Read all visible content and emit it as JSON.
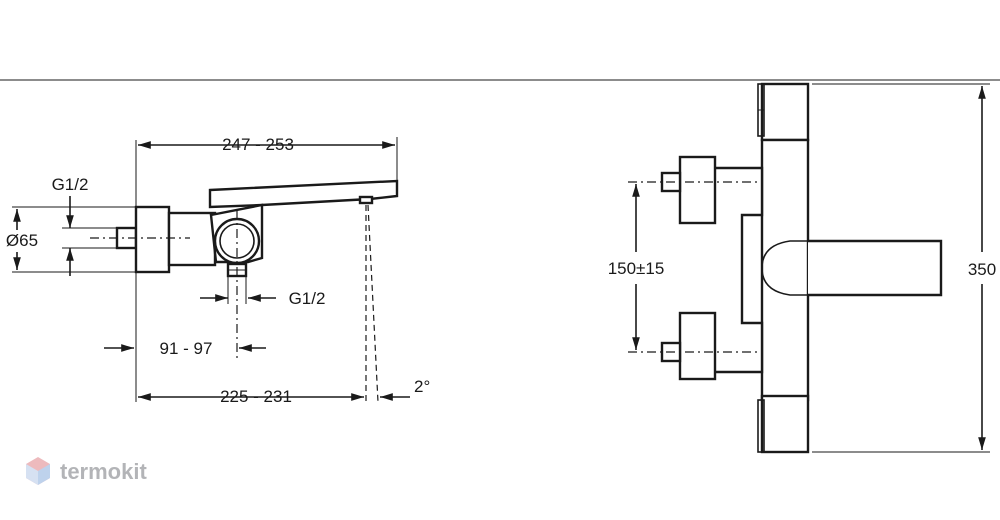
{
  "side_view": {
    "dim_overall_length": "247 - 253",
    "dim_connection_top": "G1/2",
    "dim_diameter": "Ø65",
    "dim_outlet_bottom": "G1/2",
    "dim_wall_to_outlet": "91 - 97",
    "dim_wall_to_spout": "225 - 231",
    "dim_angle": "2°"
  },
  "front_view": {
    "dim_inlet_spacing": "150±15",
    "dim_total_height": "350"
  },
  "watermark": {
    "brand": "termokit"
  }
}
